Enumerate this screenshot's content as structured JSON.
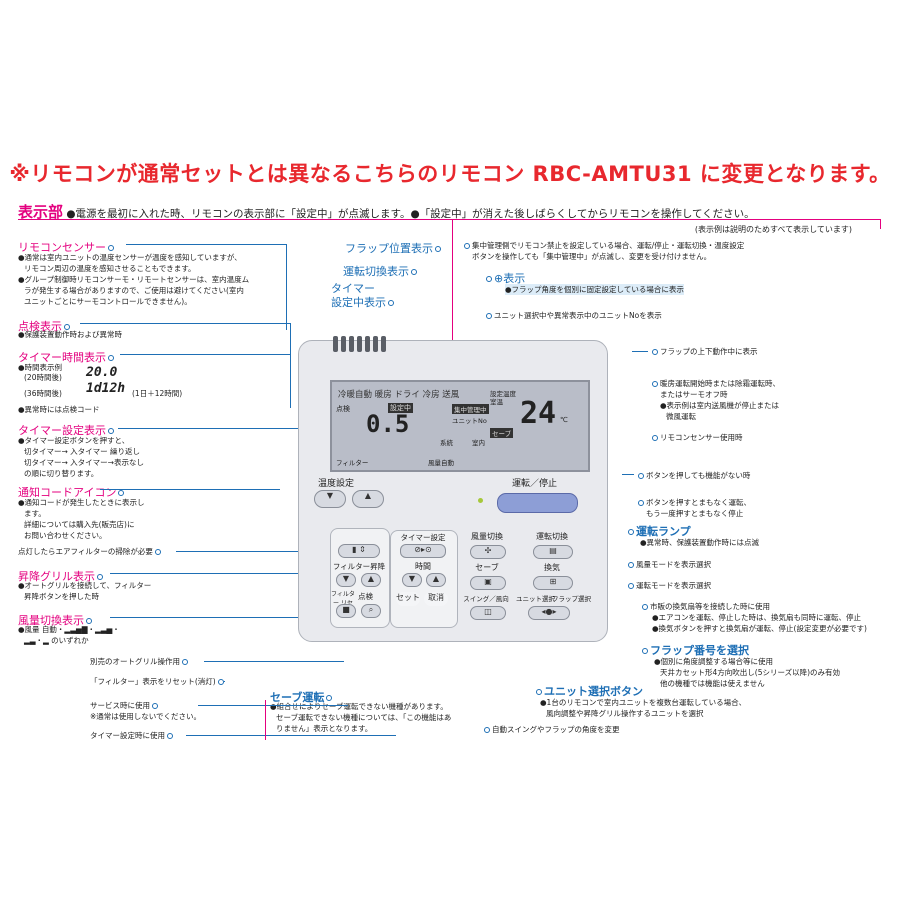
{
  "headline": "※リモコンが通常セットとは異なるこちらのリモコン RBC-AMTU31 に変更となります。",
  "section": {
    "title": "表示部",
    "intro": "●電源を最初に入れた時、リモコンの表示部に「設定中」が点滅します。●「設定中」が消えた後しばらくしてからリモコンを操作してください。",
    "note": "(表示例は説明のためすべて表示しています)"
  },
  "left": {
    "sensor_title": "リモコンセンサー",
    "sensor_text": [
      "●通常は室内ユニットの温度センサーが温度を感知していますが、",
      "リモコン周辺の温度を感知させることもできます。",
      "●グループ制御時リモコンサーモ・リモートセンサーは、室内温度ム",
      "ラが発生する場合がありますので、ご使用は避けてください(室内",
      "ユニットごとにサーモコントロールできません)。"
    ],
    "check_title": "点検表示",
    "check_text": "●保護装置動作時および異常時",
    "timer_time_title": "タイマー時間表示",
    "timer_time_ex_label": "●時間表示例",
    "timer_20_label": "(20時間後)",
    "timer_20_value": "20.0",
    "timer_36_label": "(36時間後)",
    "timer_36_value": "1d12h",
    "timer_36_note": "(1日＋12時間)",
    "timer_time_err": "●異常時には点検コード",
    "timer_set_title": "タイマー設定表示",
    "timer_set_text": [
      "●タイマー設定ボタンを押すと、",
      "切タイマー→ 入タイマー 繰り返し",
      "切タイマー→ 入タイマー→表示なし",
      "の順に切り替ります。"
    ],
    "notify_title": "通知コードアイコン",
    "notify_text": [
      "●通知コードが発生したときに表示し",
      "ます。",
      "詳細については購入先(販売店)に",
      "お問い合わせください。"
    ],
    "filter_msg": "点灯したらエアフィルターの掃除が必要",
    "grill_title": "昇降グリル表示",
    "grill_text": [
      "●オートグリルを接続して、フィルター",
      "昇降ボタンを押した時"
    ],
    "fan_title": "風量切換表示",
    "fan_text": [
      "●風量 自動・▂▃▅▇・▂▃▅・",
      "▂▃・▂ のいずれか"
    ],
    "grill_op": "別売のオートグリル操作用",
    "filter_reset": "「フィルター」表示をリセット(消灯)",
    "service": "サービス時に使用",
    "service_note": "※通常は使用しないでください。",
    "timer_use": "タイマー設定時に使用"
  },
  "top": {
    "flap_pos": "フラップ位置表示",
    "op_mode": "運転切換表示",
    "timer_setting": [
      "タイマー",
      "設定中表示"
    ],
    "central": [
      "集中管理側でリモコン禁止を設定している場合、運転/停止・運転切換・温度設定",
      "ボタンを操作しても「集中管理中」が点滅し、変更を受け付けません。"
    ],
    "flap_fix_title": "表示",
    "flap_fix_text": "●フラップ角度を個別に固定設定している場合に表示",
    "unit_no": "ユニット選択中や異常表示中のユニットNoを表示"
  },
  "right": {
    "flap_move": "フラップの上下動作中に表示",
    "heat": [
      "暖房運転開始時または除霜運転時、",
      "またはサーモオフ時",
      "●表示例は室内送風機が停止または",
      "微風運転"
    ],
    "sensor_use": "リモコンセンサー使用時",
    "no_func": "ボタンを押しても機能がない時",
    "run_stop": [
      "ボタンを押すとまもなく運転、",
      "もう一度押すとまもなく停止"
    ],
    "lamp_title": "運転ランプ",
    "lamp_text": "●異常時、保護装置動作時には点滅",
    "fan_select": "風量モードを表示選択",
    "mode_select": "運転モードを表示選択",
    "vent": [
      "市販の換気扇等を接続した時に使用",
      "●エアコンを運転、停止した時は、換気扇も同時に運転、停止",
      "●換気ボタンを押すと換気扇が運転、停止(設定変更が必要です)"
    ],
    "flap_no_title": "フラップ番号を選択",
    "flap_no_text": [
      "●個別に角度調整する場合等に使用",
      "天井カセット形4方向吹出し(5シリーズ以降)のみ有効",
      "他の機種では機能は使えません"
    ],
    "unit_sel_title": "ユニット選択ボタン",
    "unit_sel_text": [
      "●1台のリモコンで室内ユニットを複数台運転している場合、",
      "風向調整や昇降グリル操作するユニットを選択"
    ],
    "auto_swing": "自動スイングやフラップの角度を変更"
  },
  "save": {
    "title": "セーブ運転",
    "text": [
      "●組合せによりセーブ運転できない機種があります。",
      "セーブ運転できない機種については、「この機能はあ",
      "りません」表示となります。"
    ]
  },
  "remote": {
    "modes": "冷暖自動 暖房 ドライ 冷房 送風",
    "check": "点検",
    "setting": "設定中",
    "big_left": "0.5",
    "central_label": "集中管理中",
    "unit_no_label": "ユニットNo",
    "set_temp_label1": "設定温度",
    "set_temp_label2": "室温",
    "big_temp": "24",
    "temp_unit": "℃",
    "system": "系統",
    "indoor": "室内",
    "save_tag": "セーブ",
    "fan_label": "風量自動",
    "filter_tag": "フィルター",
    "temp_btn": "温度設定",
    "run_btn": "運転／停止",
    "timer_btn": "タイマー設定",
    "fan_btn": "風量切換",
    "mode_btn": "運転切換",
    "filter_btn": "フィルター昇降",
    "time_btn": "時間",
    "save_btn": "セーブ",
    "vent_btn": "換気",
    "filter_reset_btn": "フィルター リセット",
    "check_btn": "点検",
    "set_btn": "セット",
    "cancel_btn": "取消",
    "swing_btn": "スイング／風向",
    "unit_btn": "ユニット選択",
    "flap_btn": "フラップ選択"
  }
}
